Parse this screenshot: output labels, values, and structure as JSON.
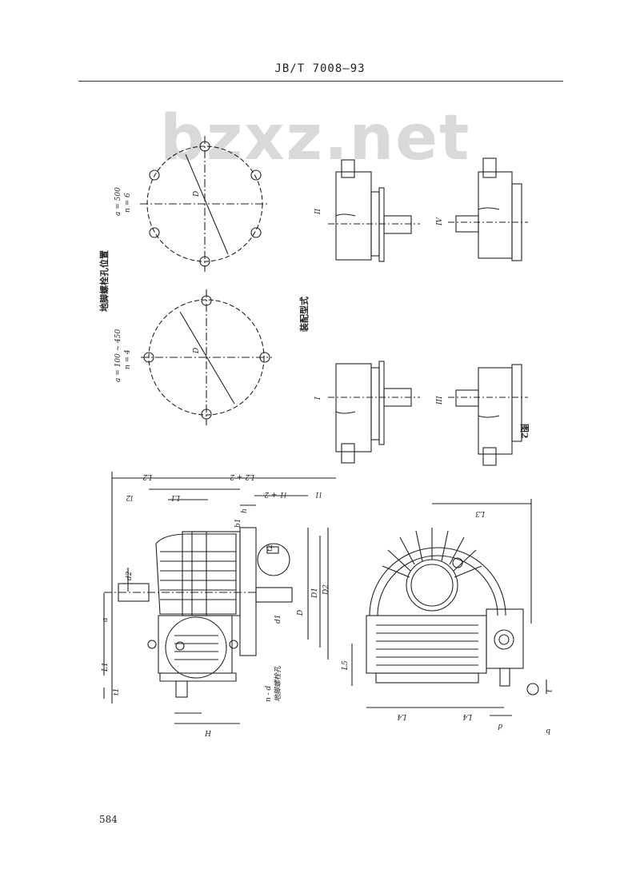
{
  "header": {
    "standard": "JB/T 7008—93"
  },
  "watermark": "bzxz.net",
  "page_number": "584",
  "figure": {
    "label": "图2",
    "bolt_section_title": "地脚螺栓孔位置",
    "mounting_title": "装配型式",
    "bolt_pattern_6": {
      "a": "a = 500",
      "n": "n = 6",
      "d": "D"
    },
    "bolt_pattern_4": {
      "a": "a = 100 ~ 450",
      "n": "n = 4",
      "d": "D"
    },
    "mount_types": [
      "I",
      "II",
      "III",
      "IV"
    ],
    "anchor_label": "n - d",
    "anchor_note": "地脚螺栓孔",
    "dims_left": [
      "L2",
      "l2",
      "L1",
      "L2 + 2",
      "l1 + 2",
      "l1",
      "d2",
      "a",
      "L1",
      "t1",
      "H",
      "h",
      "b1",
      "t2",
      "D",
      "D1",
      "D2",
      "d1"
    ],
    "dims_right": [
      "L3",
      "L4",
      "L4",
      "L5",
      "t",
      "d",
      "b"
    ]
  }
}
